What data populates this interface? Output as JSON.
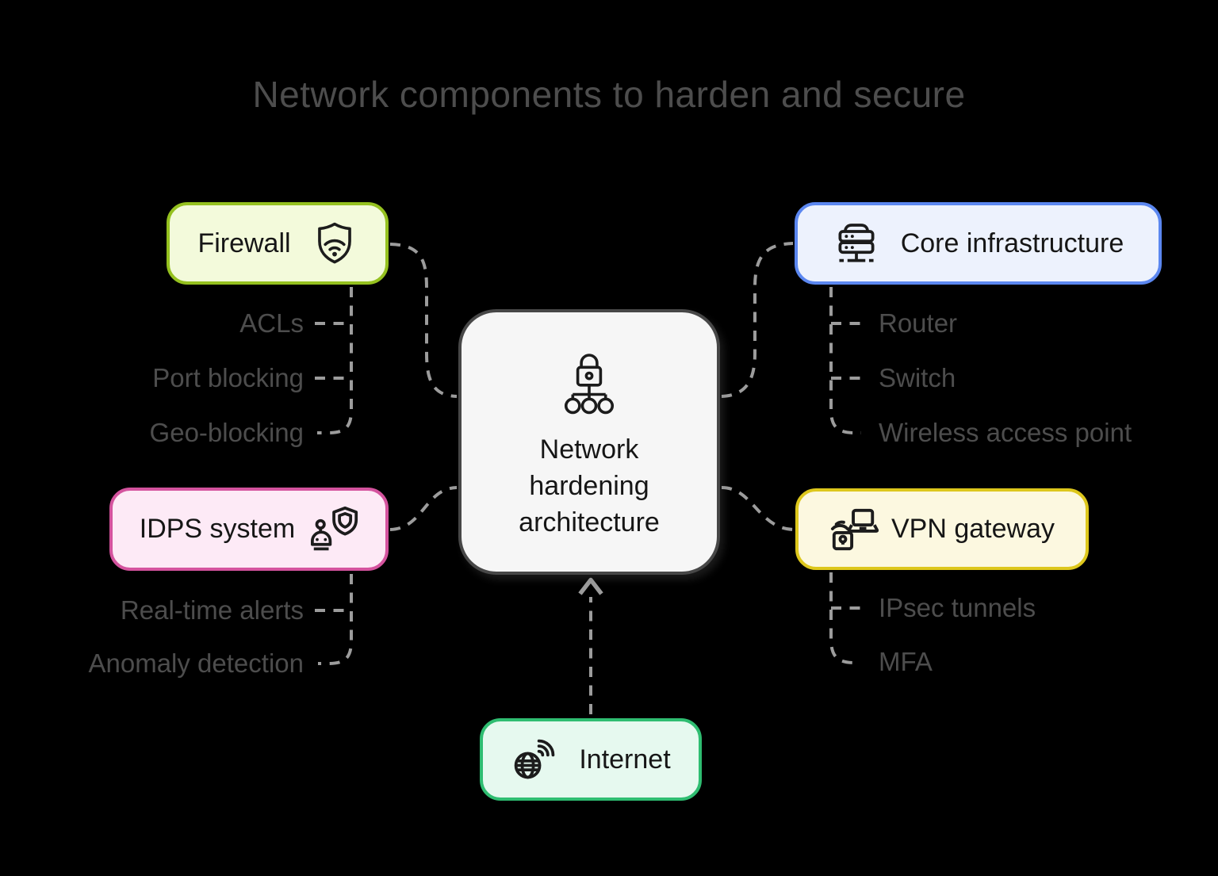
{
  "title": "Network components to harden and secure",
  "center": {
    "label": "Network hardening architecture",
    "icon": "lock-network-icon"
  },
  "nodes": {
    "firewall": {
      "label": "Firewall",
      "icon": "shield-wifi-icon",
      "border_color": "#95c11f",
      "fill_color": "#f3fadb",
      "children": [
        "ACLs",
        "Port blocking",
        "Geo-blocking"
      ]
    },
    "core": {
      "label": "Core infrastructure",
      "icon": "server-rack-icon",
      "border_color": "#5b87f0",
      "fill_color": "#edf2fd",
      "children": [
        "Router",
        "Switch",
        "Wireless access point"
      ]
    },
    "idps": {
      "label": "IDPS system",
      "icon": "bot-shield-icon",
      "border_color": "#d4539e",
      "fill_color": "#fdeaf6",
      "children": [
        "Real-time alerts",
        "Anomaly detection"
      ]
    },
    "vpn": {
      "label": "VPN gateway",
      "icon": "lock-laptop-icon",
      "border_color": "#ddc71c",
      "fill_color": "#fcf8e0",
      "children": [
        "IPsec tunnels",
        "MFA"
      ]
    },
    "internet": {
      "label": "Internet",
      "icon": "globe-signal-icon",
      "border_color": "#2fbd71",
      "fill_color": "#e6f9ef",
      "children": []
    }
  },
  "colors": {
    "background": "#000000",
    "connector": "#9c9c9c",
    "title_text": "#4d4d4d",
    "leaf_text": "#4d4d4d",
    "node_text": "#161616",
    "center_border": "#474747",
    "center_fill": "#f6f6f6"
  }
}
